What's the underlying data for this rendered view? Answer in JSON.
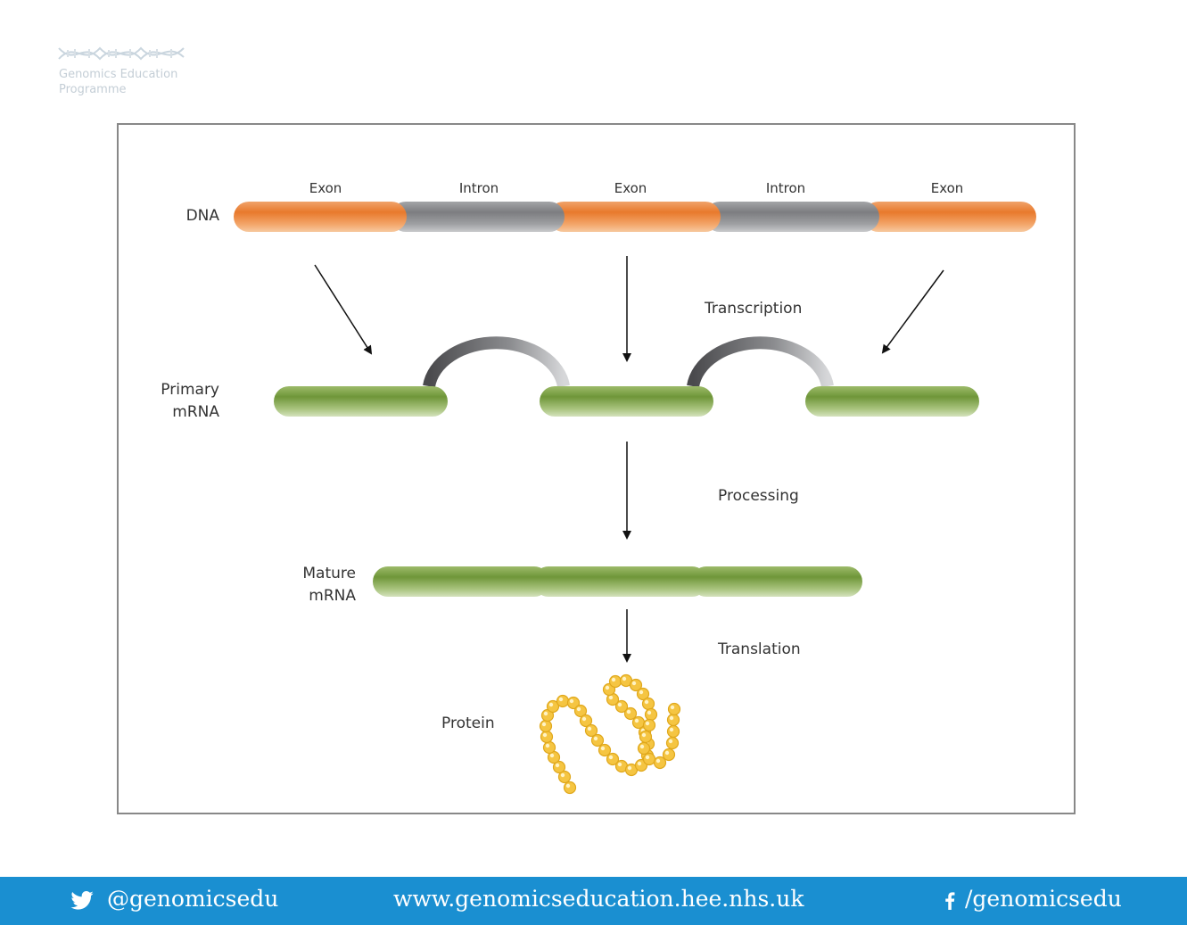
{
  "logo": {
    "line1": "Genomics Education",
    "line2": "Programme"
  },
  "diagram": {
    "dna_label": "DNA",
    "segments": [
      "Exon",
      "Intron",
      "Exon",
      "Intron",
      "Exon"
    ],
    "primary_mrna": {
      "line1": "Primary",
      "line2": "mRNA"
    },
    "mature_mrna": {
      "line1": "Mature",
      "line2": "mRNA"
    },
    "protein_label": "Protein",
    "steps": {
      "transcription": "Transcription",
      "processing": "Processing",
      "translation": "Translation"
    },
    "colors": {
      "exon": "#e87a2e",
      "intron": "#8e8f93",
      "mrna": "#7ea046",
      "protein": "#f5c542",
      "footer": "#1a8fd1"
    }
  },
  "footer": {
    "twitter": "@genomicsedu",
    "website": "www.genomicseducation.hee.nhs.uk",
    "facebook": "/genomicsedu",
    "twitter_icon": "twitter-bird-icon",
    "facebook_icon": "facebook-f-icon"
  }
}
